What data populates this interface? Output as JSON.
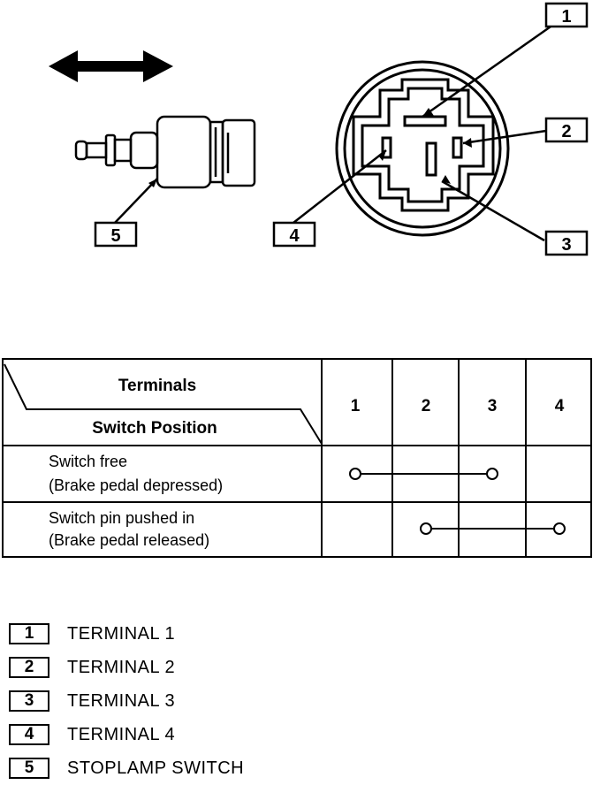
{
  "callouts": {
    "c1": "1",
    "c2": "2",
    "c3": "3",
    "c4": "4",
    "c5": "5"
  },
  "table": {
    "header_terminals": "Terminals",
    "header_switch_position": "Switch Position",
    "columns": [
      "1",
      "2",
      "3",
      "4"
    ],
    "rows": [
      {
        "line1": "Switch free",
        "line2": "(Brake pedal depressed)",
        "connected_terminals": [
          "1",
          "3"
        ]
      },
      {
        "line1": "Switch pin pushed in",
        "line2": "(Brake pedal released)",
        "connected_terminals": [
          "2",
          "4"
        ]
      }
    ]
  },
  "legend": [
    {
      "num": "1",
      "text": "TERMINAL 1"
    },
    {
      "num": "2",
      "text": "TERMINAL 2"
    },
    {
      "num": "3",
      "text": "TERMINAL 3"
    },
    {
      "num": "4",
      "text": "TERMINAL 4"
    },
    {
      "num": "5",
      "text": "STOPLAMP SWITCH"
    }
  ]
}
